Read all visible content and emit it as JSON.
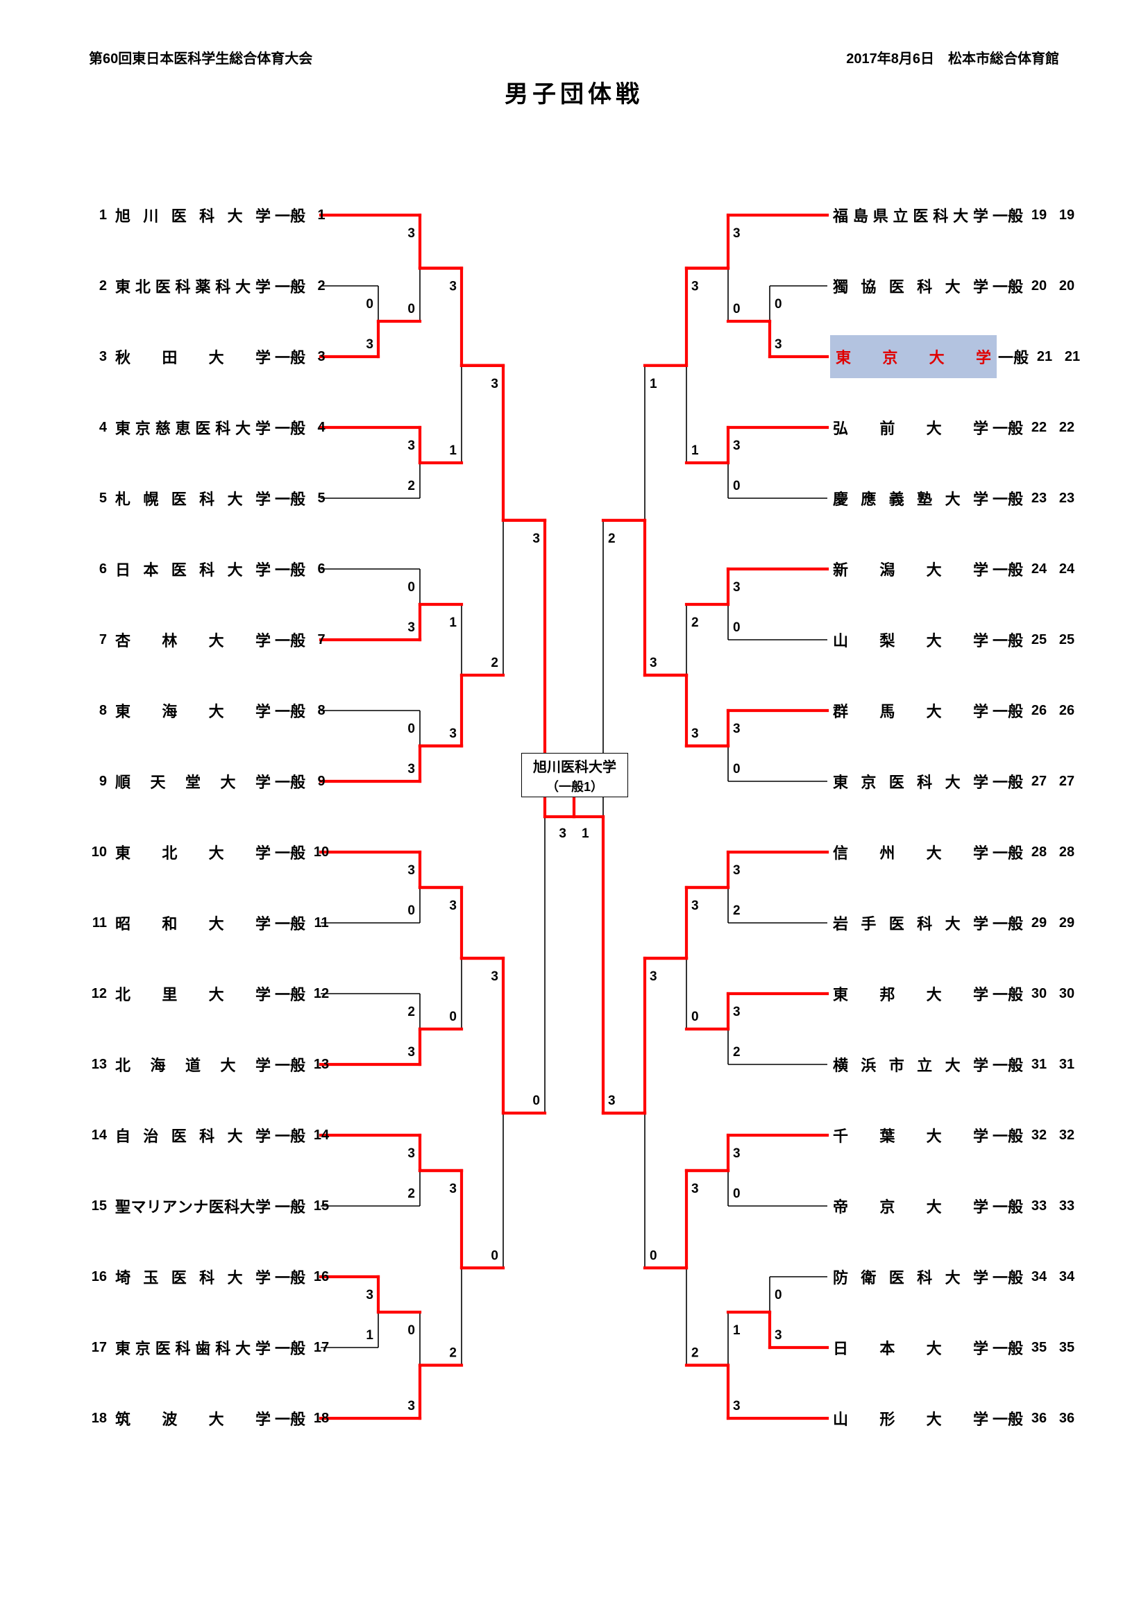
{
  "header": {
    "left": "第60回東日本医科学生総合体育大会",
    "right": "2017年8月6日　松本市総合体育館",
    "title": "男子団体戦"
  },
  "champion": {
    "line1": "旭川医科大学",
    "line2": "（一般1）"
  },
  "final": {
    "left_score": "3",
    "right_score": "1"
  },
  "labels": {
    "category": "一般"
  },
  "colors": {
    "red": "#ff0000",
    "line": "#000000",
    "highlight_bg": "#b3c3e0",
    "highlight_text": "#e00000"
  },
  "teams": [
    {
      "no": 1,
      "name": "旭川医科大学",
      "side": "left",
      "highlight": false
    },
    {
      "no": 2,
      "name": "東北医科薬科大学",
      "side": "left",
      "highlight": false
    },
    {
      "no": 3,
      "name": "秋田大学",
      "side": "left",
      "highlight": false
    },
    {
      "no": 4,
      "name": "東京慈恵医科大学",
      "side": "left",
      "highlight": false
    },
    {
      "no": 5,
      "name": "札幌医科大学",
      "side": "left",
      "highlight": false
    },
    {
      "no": 6,
      "name": "日本医科大学",
      "side": "left",
      "highlight": false
    },
    {
      "no": 7,
      "name": "杏林大学",
      "side": "left",
      "highlight": false
    },
    {
      "no": 8,
      "name": "東海大学",
      "side": "left",
      "highlight": false
    },
    {
      "no": 9,
      "name": "順天堂大学",
      "side": "left",
      "highlight": false
    },
    {
      "no": 10,
      "name": "東北大学",
      "side": "left",
      "highlight": false
    },
    {
      "no": 11,
      "name": "昭和大学",
      "side": "left",
      "highlight": false
    },
    {
      "no": 12,
      "name": "北里大学",
      "side": "left",
      "highlight": false
    },
    {
      "no": 13,
      "name": "北海道大学",
      "side": "left",
      "highlight": false
    },
    {
      "no": 14,
      "name": "自治医科大学",
      "side": "left",
      "highlight": false
    },
    {
      "no": 15,
      "name": "聖マリアンナ医科大学",
      "side": "left",
      "highlight": false
    },
    {
      "no": 16,
      "name": "埼玉医科大学",
      "side": "left",
      "highlight": false
    },
    {
      "no": 17,
      "name": "東京医科歯科大学",
      "side": "left",
      "highlight": false
    },
    {
      "no": 18,
      "name": "筑波大学",
      "side": "left",
      "highlight": false
    },
    {
      "no": 19,
      "name": "福島県立医科大学",
      "side": "right",
      "highlight": false
    },
    {
      "no": 20,
      "name": "獨協医科大学",
      "side": "right",
      "highlight": false
    },
    {
      "no": 21,
      "name": "東京大学",
      "side": "right",
      "highlight": true
    },
    {
      "no": 22,
      "name": "弘前大学",
      "side": "right",
      "highlight": false
    },
    {
      "no": 23,
      "name": "慶應義塾大学",
      "side": "right",
      "highlight": false
    },
    {
      "no": 24,
      "name": "新潟大学",
      "side": "right",
      "highlight": false
    },
    {
      "no": 25,
      "name": "山梨大学",
      "side": "right",
      "highlight": false
    },
    {
      "no": 26,
      "name": "群馬大学",
      "side": "right",
      "highlight": false
    },
    {
      "no": 27,
      "name": "東京医科大学",
      "side": "right",
      "highlight": false
    },
    {
      "no": 28,
      "name": "信州大学",
      "side": "right",
      "highlight": false
    },
    {
      "no": 29,
      "name": "岩手医科大学",
      "side": "right",
      "highlight": false
    },
    {
      "no": 30,
      "name": "東邦大学",
      "side": "right",
      "highlight": false
    },
    {
      "no": 31,
      "name": "横浜市立大学",
      "side": "right",
      "highlight": false
    },
    {
      "no": 32,
      "name": "千葉大学",
      "side": "right",
      "highlight": false
    },
    {
      "no": 33,
      "name": "帝京大学",
      "side": "right",
      "highlight": false
    },
    {
      "no": 34,
      "name": "防衛医科大学",
      "side": "right",
      "highlight": false
    },
    {
      "no": 35,
      "name": "日本大学",
      "side": "right",
      "highlight": false
    },
    {
      "no": 36,
      "name": "山形大学",
      "side": "right",
      "highlight": false
    }
  ],
  "matches": [
    {
      "id": "L1",
      "side": "left",
      "round": 1,
      "top": {
        "team": 2
      },
      "bottom": {
        "team": 3
      },
      "scores": [
        "0",
        "3"
      ],
      "winner": "bottom",
      "next": "L2"
    },
    {
      "id": "L2",
      "side": "left",
      "round": 2,
      "top": {
        "team": 1
      },
      "bottom": {
        "match": "L1"
      },
      "scores": [
        "3",
        "0"
      ],
      "winner": "top",
      "next": "L4"
    },
    {
      "id": "L3",
      "side": "left",
      "round": 2,
      "top": {
        "team": 4
      },
      "bottom": {
        "team": 5
      },
      "scores": [
        "3",
        "2"
      ],
      "winner": "top",
      "next": "L4"
    },
    {
      "id": "L4",
      "side": "left",
      "round": 3,
      "top": {
        "match": "L2"
      },
      "bottom": {
        "match": "L3"
      },
      "scores": [
        "3",
        "1"
      ],
      "winner": "top",
      "next": "L8"
    },
    {
      "id": "L5",
      "side": "left",
      "round": 2,
      "top": {
        "team": 6
      },
      "bottom": {
        "team": 7
      },
      "scores": [
        "0",
        "3"
      ],
      "winner": "bottom",
      "next": "L7"
    },
    {
      "id": "L6",
      "side": "left",
      "round": 2,
      "top": {
        "team": 8
      },
      "bottom": {
        "team": 9
      },
      "scores": [
        "0",
        "3"
      ],
      "winner": "bottom",
      "next": "L7"
    },
    {
      "id": "L7",
      "side": "left",
      "round": 3,
      "top": {
        "match": "L5"
      },
      "bottom": {
        "match": "L6"
      },
      "scores": [
        "1",
        "3"
      ],
      "winner": "bottom",
      "next": "L8"
    },
    {
      "id": "L8",
      "side": "left",
      "round": 4,
      "top": {
        "match": "L4"
      },
      "bottom": {
        "match": "L7"
      },
      "scores": [
        "3",
        "2"
      ],
      "winner": "top",
      "next": "SFL"
    },
    {
      "id": "L9",
      "side": "left",
      "round": 2,
      "top": {
        "team": 10
      },
      "bottom": {
        "team": 11
      },
      "scores": [
        "3",
        "0"
      ],
      "winner": "top",
      "next": "L11"
    },
    {
      "id": "L10",
      "side": "left",
      "round": 2,
      "top": {
        "team": 12
      },
      "bottom": {
        "team": 13
      },
      "scores": [
        "2",
        "3"
      ],
      "winner": "bottom",
      "next": "L11"
    },
    {
      "id": "L11",
      "side": "left",
      "round": 3,
      "top": {
        "match": "L9"
      },
      "bottom": {
        "match": "L10"
      },
      "scores": [
        "3",
        "0"
      ],
      "winner": "top",
      "next": "L15"
    },
    {
      "id": "L12",
      "side": "left",
      "round": 2,
      "top": {
        "team": 14
      },
      "bottom": {
        "team": 15
      },
      "scores": [
        "3",
        "2"
      ],
      "winner": "top",
      "next": "L16"
    },
    {
      "id": "L13",
      "side": "left",
      "round": 1,
      "top": {
        "team": 16
      },
      "bottom": {
        "team": 17
      },
      "scores": [
        "3",
        "1"
      ],
      "winner": "top",
      "next": "L14"
    },
    {
      "id": "L14",
      "side": "left",
      "round": 2,
      "top": {
        "match": "L13"
      },
      "bottom": {
        "team": 18
      },
      "scores": [
        "0",
        "3"
      ],
      "winner": "bottom",
      "next": "L16"
    },
    {
      "id": "L16",
      "side": "left",
      "round": 3,
      "top": {
        "match": "L12"
      },
      "bottom": {
        "match": "L14"
      },
      "scores": [
        "3",
        "2"
      ],
      "winner": "top",
      "next": "L15"
    },
    {
      "id": "L15",
      "side": "left",
      "round": 4,
      "top": {
        "match": "L11"
      },
      "bottom": {
        "match": "L16"
      },
      "scores": [
        "3",
        "0"
      ],
      "winner": "top",
      "next": "SFL"
    },
    {
      "id": "SFL",
      "side": "left",
      "round": 5,
      "top": {
        "match": "L8"
      },
      "bottom": {
        "match": "L15"
      },
      "scores": [
        "3",
        "0"
      ],
      "winner": "top",
      "next": "F"
    },
    {
      "id": "R1",
      "side": "right",
      "round": 1,
      "top": {
        "team": 20
      },
      "bottom": {
        "team": 21
      },
      "scores": [
        "0",
        "3"
      ],
      "winner": "bottom",
      "next": "R2"
    },
    {
      "id": "R2",
      "side": "right",
      "round": 2,
      "top": {
        "team": 19
      },
      "bottom": {
        "match": "R1"
      },
      "scores": [
        "3",
        "0"
      ],
      "winner": "top",
      "next": "R4"
    },
    {
      "id": "R3",
      "side": "right",
      "round": 2,
      "top": {
        "team": 22
      },
      "bottom": {
        "team": 23
      },
      "scores": [
        "3",
        "0"
      ],
      "winner": "top",
      "next": "R4"
    },
    {
      "id": "R4",
      "side": "right",
      "round": 3,
      "top": {
        "match": "R2"
      },
      "bottom": {
        "match": "R3"
      },
      "scores": [
        "3",
        "1"
      ],
      "winner": "top",
      "next": "R8"
    },
    {
      "id": "R5",
      "side": "right",
      "round": 2,
      "top": {
        "team": 24
      },
      "bottom": {
        "team": 25
      },
      "scores": [
        "3",
        "0"
      ],
      "winner": "top",
      "next": "R7"
    },
    {
      "id": "R6",
      "side": "right",
      "round": 2,
      "top": {
        "team": 26
      },
      "bottom": {
        "team": 27
      },
      "scores": [
        "3",
        "0"
      ],
      "winner": "top",
      "next": "R7"
    },
    {
      "id": "R7",
      "side": "right",
      "round": 3,
      "top": {
        "match": "R5"
      },
      "bottom": {
        "match": "R6"
      },
      "scores": [
        "2",
        "3"
      ],
      "winner": "bottom",
      "next": "R8"
    },
    {
      "id": "R8",
      "side": "right",
      "round": 4,
      "top": {
        "match": "R4"
      },
      "bottom": {
        "match": "R7"
      },
      "scores": [
        "1",
        "3"
      ],
      "winner": "bottom",
      "next": "SFR"
    },
    {
      "id": "R9",
      "side": "right",
      "round": 2,
      "top": {
        "team": 28
      },
      "bottom": {
        "team": 29
      },
      "scores": [
        "3",
        "2"
      ],
      "winner": "top",
      "next": "R11"
    },
    {
      "id": "R10",
      "side": "right",
      "round": 2,
      "top": {
        "team": 30
      },
      "bottom": {
        "team": 31
      },
      "scores": [
        "3",
        "2"
      ],
      "winner": "top",
      "next": "R11"
    },
    {
      "id": "R11",
      "side": "right",
      "round": 3,
      "top": {
        "match": "R9"
      },
      "bottom": {
        "match": "R10"
      },
      "scores": [
        "3",
        "0"
      ],
      "winner": "top",
      "next": "R15"
    },
    {
      "id": "R12",
      "side": "right",
      "round": 2,
      "top": {
        "team": 32
      },
      "bottom": {
        "team": 33
      },
      "scores": [
        "3",
        "0"
      ],
      "winner": "top",
      "next": "R16"
    },
    {
      "id": "R13",
      "side": "right",
      "round": 1,
      "top": {
        "team": 34
      },
      "bottom": {
        "team": 35
      },
      "scores": [
        "0",
        "3"
      ],
      "winner": "bottom",
      "next": "R14"
    },
    {
      "id": "R14",
      "side": "right",
      "round": 2,
      "top": {
        "match": "R13"
      },
      "bottom": {
        "team": 36
      },
      "scores": [
        "1",
        "3"
      ],
      "winner": "bottom",
      "next": "R16"
    },
    {
      "id": "R16",
      "side": "right",
      "round": 3,
      "top": {
        "match": "R12"
      },
      "bottom": {
        "match": "R14"
      },
      "scores": [
        "3",
        "2"
      ],
      "winner": "top",
      "next": "R15"
    },
    {
      "id": "R15",
      "side": "right",
      "round": 4,
      "top": {
        "match": "R11"
      },
      "bottom": {
        "match": "R16"
      },
      "scores": [
        "3",
        "0"
      ],
      "winner": "top",
      "next": "SFR"
    },
    {
      "id": "SFR",
      "side": "right",
      "round": 5,
      "top": {
        "match": "R8"
      },
      "bottom": {
        "match": "R15"
      },
      "scores": [
        "2",
        "3"
      ],
      "winner": "bottom",
      "next": "F"
    }
  ]
}
